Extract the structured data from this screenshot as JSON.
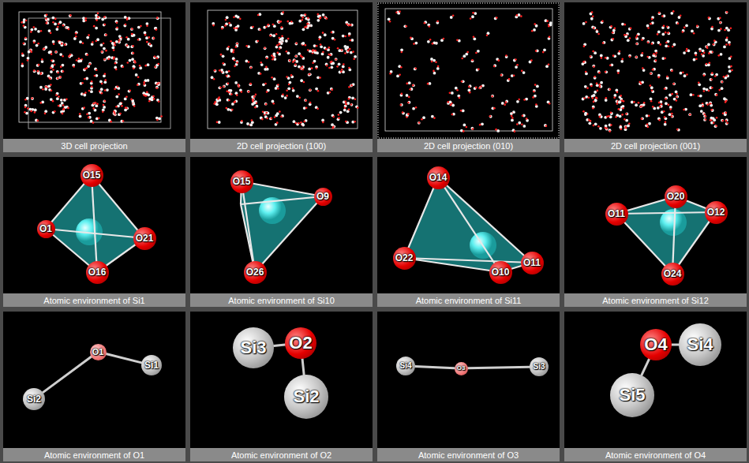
{
  "diagram": {
    "nodes": [
      {
        "text": [
          "3D cell projection"
        ]
      },
      {
        "text": [
          "2D cell projection (100)"
        ]
      },
      {
        "text": [
          "2D cell projection (010)"
        ]
      },
      {
        "text": [
          "2D cell projection (001)"
        ]
      },
      {
        "text": [
          "Atomic environment of Si1"
        ]
      },
      {
        "text": [
          "O15"
        ],
        "in": 4
      },
      {
        "text": [
          "O1"
        ],
        "in": 4
      },
      {
        "text": [
          "O21"
        ],
        "in": 4
      },
      {
        "text": [
          "O16"
        ],
        "in": 4
      },
      {
        "text": [
          "Atomic environment of Si10"
        ]
      },
      {
        "text": [
          "O15"
        ],
        "in": 9
      },
      {
        "text": [
          "O9"
        ],
        "in": 9
      },
      {
        "text": [
          "O26"
        ],
        "in": 9
      },
      {
        "text": [
          "Atomic environment of Si11"
        ]
      },
      {
        "text": [
          "O14"
        ],
        "in": 13
      },
      {
        "text": [
          "O22"
        ],
        "in": 13
      },
      {
        "text": [
          "O10"
        ],
        "in": 13
      },
      {
        "text": [
          "O11"
        ],
        "in": 13
      },
      {
        "text": [
          "Atomic environment of Si12"
        ]
      },
      {
        "text": [
          "O20"
        ],
        "in": 18
      },
      {
        "text": [
          "O11"
        ],
        "in": 18
      },
      {
        "text": [
          "O12"
        ],
        "in": 18
      },
      {
        "text": [
          "O24"
        ],
        "in": 18
      },
      {
        "text": [
          "Atomic environment of O1"
        ]
      },
      {
        "text": [
          "O1"
        ],
        "in": 23
      },
      {
        "text": [
          "Si2"
        ],
        "in": 23
      },
      {
        "text": [
          "Si1"
        ],
        "in": 23
      },
      {
        "text": [
          "Atomic environment of O2"
        ]
      },
      {
        "text": [
          "Si3"
        ],
        "in": 27
      },
      {
        "text": [
          "O2"
        ],
        "in": 27
      },
      {
        "text": [
          "Si2"
        ],
        "in": 27
      },
      {
        "text": [
          "Atomic environment of O3"
        ]
      },
      {
        "text": [
          "Si4"
        ],
        "in": 31
      },
      {
        "text": [
          "O3"
        ],
        "in": 31
      },
      {
        "text": [
          "Si3"
        ],
        "in": 31
      },
      {
        "text": [
          "Atomic environment of O4"
        ]
      },
      {
        "text": [
          "O4"
        ],
        "in": 35
      },
      {
        "text": [
          "Si4"
        ],
        "in": 35
      },
      {
        "text": [
          "Si5"
        ],
        "in": 35
      }
    ],
    "edges": [
      {
        "from": 24,
        "to": 25,
        "arrow": "none"
      },
      {
        "from": 24,
        "to": 26,
        "arrow": "none"
      },
      {
        "from": 29,
        "to": 28,
        "arrow": "none"
      },
      {
        "from": 29,
        "to": 30,
        "arrow": "none"
      },
      {
        "from": 33,
        "to": 32,
        "arrow": "none"
      },
      {
        "from": 33,
        "to": 34,
        "arrow": "none"
      },
      {
        "from": 36,
        "to": 37,
        "arrow": "none"
      },
      {
        "from": 36,
        "to": 38,
        "arrow": "none"
      }
    ]
  }
}
